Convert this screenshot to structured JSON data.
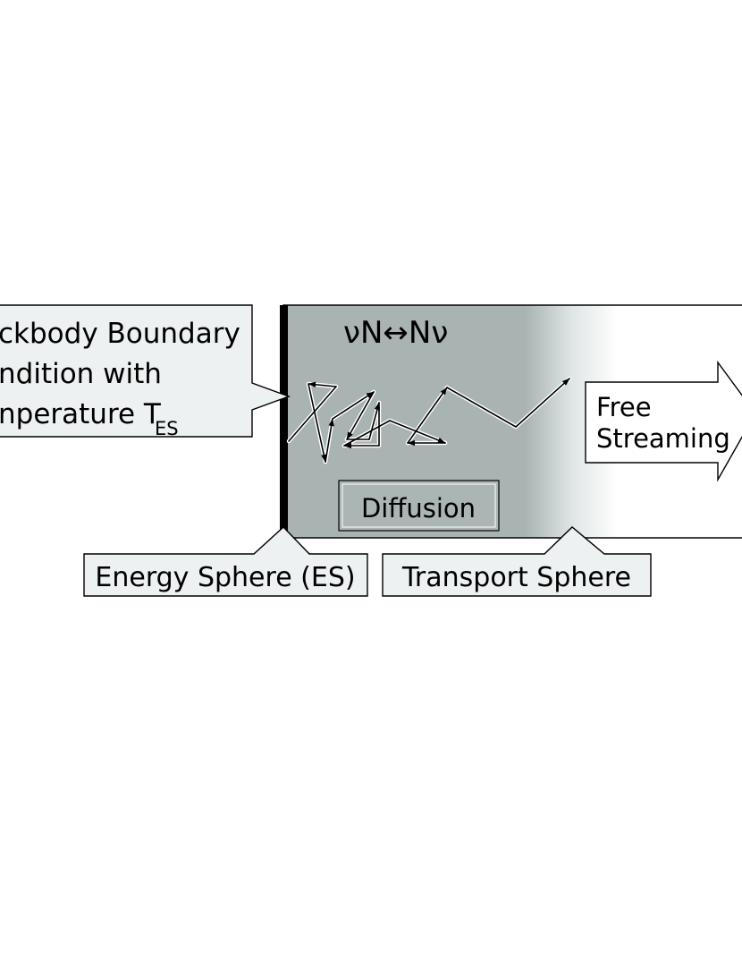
{
  "callouts": {
    "blackbody": {
      "line1": "ckbody Boundary",
      "line2": "ndition with",
      "line3_text": "nperature T",
      "line3_subscript": "ES"
    },
    "reaction": "νN↔Nν",
    "diffusion": "Diffusion",
    "free_streaming": {
      "line1": "Free",
      "line2": "Streaming"
    },
    "energy_sphere": "Energy Sphere (ES)",
    "transport_sphere": "Transport Sphere"
  },
  "colors": {
    "diffusion_region": "#a8b3b2",
    "callout_fill": "#edf1f1",
    "stroke": "#000000"
  }
}
